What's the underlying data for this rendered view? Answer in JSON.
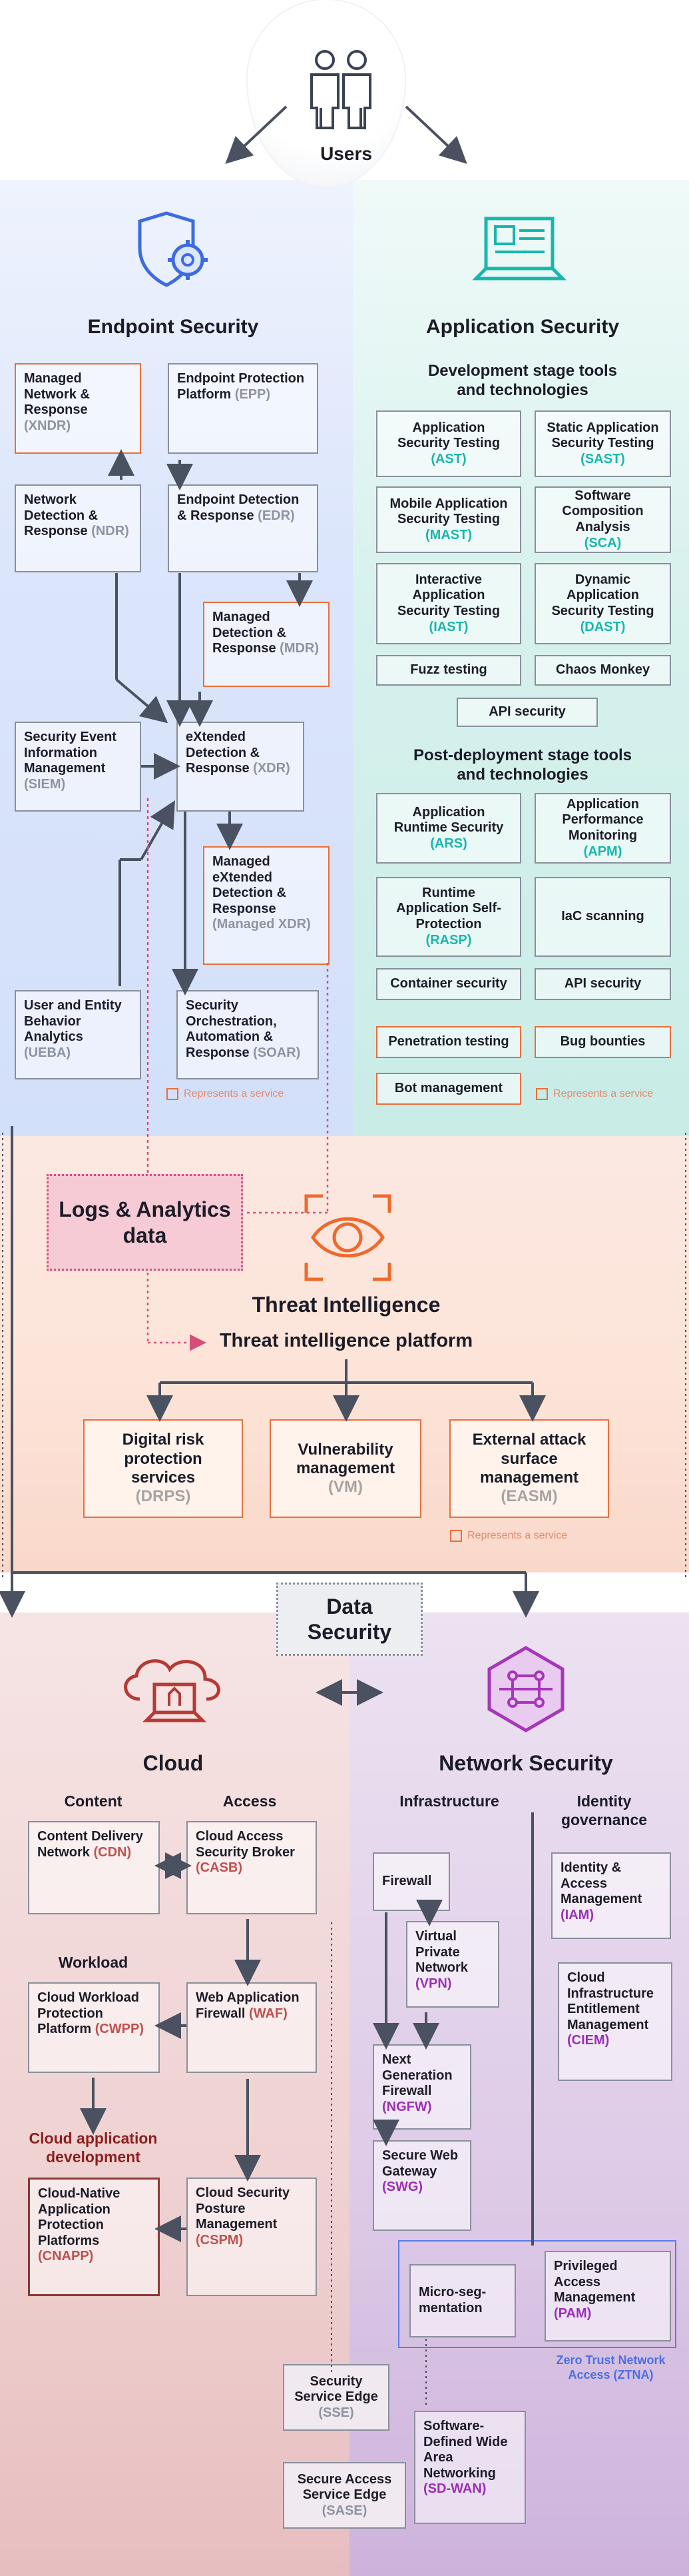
{
  "users": {
    "label": "Users"
  },
  "endpoint": {
    "title": "Endpoint Security",
    "boxes": {
      "xndr": [
        "Managed Network & Response",
        "(XNDR)"
      ],
      "epp": [
        "Endpoint Protection Platform",
        "(EPP)"
      ],
      "ndr": [
        "Network Detection & Response",
        "(NDR)"
      ],
      "edr": [
        "Endpoint Detection & Response",
        "(EDR)"
      ],
      "mdr": [
        "Managed Detection & Response",
        "(MDR)"
      ],
      "siem": [
        "Security Event Information Management",
        "(SIEM)"
      ],
      "xdr": [
        "eXtended Detection & Response",
        "(XDR)"
      ],
      "mxdr": [
        "Managed eXtended Detection & Response",
        "(Managed XDR)"
      ],
      "ueba": [
        "User and Entity Behavior Analytics",
        "(UEBA)"
      ],
      "soar": [
        "Security Orchestration, Automation & Response",
        "(SOAR)"
      ]
    },
    "legend": "Represents a service"
  },
  "application": {
    "title": "Application Security",
    "dev_heading": "Development stage tools and technologies",
    "post_heading": "Post-deployment stage tools and technologies",
    "boxes": {
      "ast": [
        "Application Security Testing",
        "(AST)"
      ],
      "sast": [
        "Static Application Security Testing",
        "(SAST)"
      ],
      "mast": [
        "Mobile Application Security Testing",
        "(MAST)"
      ],
      "sca": [
        "Software Composition Analysis",
        "(SCA)"
      ],
      "iast": [
        "Interactive Application Security Testing",
        "(IAST)"
      ],
      "dast": [
        "Dynamic Application Security Testing",
        "(DAST)"
      ],
      "fuzz": "Fuzz testing",
      "chaos": "Chaos Monkey",
      "api1": "API security",
      "ars": [
        "Application Runtime Security",
        "(ARS)"
      ],
      "apm": [
        "Application Performance Monitoring",
        "(APM)"
      ],
      "rasp": [
        "Runtime Application Self-Protection",
        "(RASP)"
      ],
      "iac": "IaC scanning",
      "container": "Container security",
      "api2": "API security",
      "pentest": "Penetration testing",
      "bounty": "Bug bounties",
      "botmgmt": "Bot management"
    },
    "legend": "Represents a service"
  },
  "threat": {
    "logs": "Logs & Analytics data",
    "title": "Threat Intelligence",
    "platform": "Threat intelligence platform",
    "boxes": {
      "drps": [
        "Digital risk protection services",
        "(DRPS)"
      ],
      "vm": [
        "Vulnerability management",
        "(VM)"
      ],
      "easm": [
        "External attack surface management",
        "(EASM)"
      ]
    },
    "legend": "Represents a service"
  },
  "data_security": {
    "label": "Data Security"
  },
  "cloud": {
    "title": "Cloud",
    "content_heading": "Content",
    "access_heading": "Access",
    "workload_heading": "Workload",
    "appdev_heading": "Cloud application development",
    "boxes": {
      "cdn": [
        "Content Delivery Network",
        "(CDN)"
      ],
      "casb": [
        "Cloud Access Security Broker",
        "(CASB)"
      ],
      "cwpp": [
        "Cloud Workload Protection Platform",
        "(CWPP)"
      ],
      "waf": [
        "Web Application Firewall",
        "(WAF)"
      ],
      "cnapp": [
        "Cloud-Native Application Protection Platforms",
        "(CNAPP)"
      ],
      "cspm": [
        "Cloud Security Posture Management",
        "(CSPM)"
      ],
      "sse": [
        "Security Service Edge",
        "(SSE)"
      ],
      "sase": [
        "Secure Access Service Edge",
        "(SASE)"
      ]
    }
  },
  "network": {
    "title": "Network Security",
    "infra_heading": "Infrastructure",
    "identity_heading": "Identity governance",
    "ztna_label": "Zero Trust Network Access (ZTNA)",
    "boxes": {
      "firewall": "Firewall",
      "iam": [
        "Identity & Access Management",
        "(IAM)"
      ],
      "vpn": [
        "Virtual Private Network",
        "(VPN)"
      ],
      "ciem": [
        "Cloud Infrastructure Entitlement Management",
        "(CIEM)"
      ],
      "ngfw": [
        "Next Generation Firewall",
        "(NGFW)"
      ],
      "swg": [
        "Secure Web Gateway",
        "(SWG)"
      ],
      "microseg": "Micro-seg-mentation",
      "pam": [
        "Privileged Access Management",
        "(PAM)"
      ],
      "sdwan": [
        "Software-Defined Wide Area Networking",
        "(SD-WAN)"
      ]
    }
  },
  "colors": {
    "endpoint_bg": "#dde6fb",
    "application_bg": "#d6f1ee",
    "threat_bg": "#fde8e0",
    "cloud_bg": "#f4dcdd",
    "network_bg": "#e6d8ef",
    "service_border": "#e8703a",
    "teal_accent": "#17b7ae",
    "purple_accent": "#9b2fb5",
    "red_accent": "#c0504d"
  },
  "icons": [
    "users-icon",
    "shield-gear-icon",
    "laptop-code-icon",
    "eye-icon",
    "cloud-laptop-icon",
    "network-chip-icon"
  ]
}
